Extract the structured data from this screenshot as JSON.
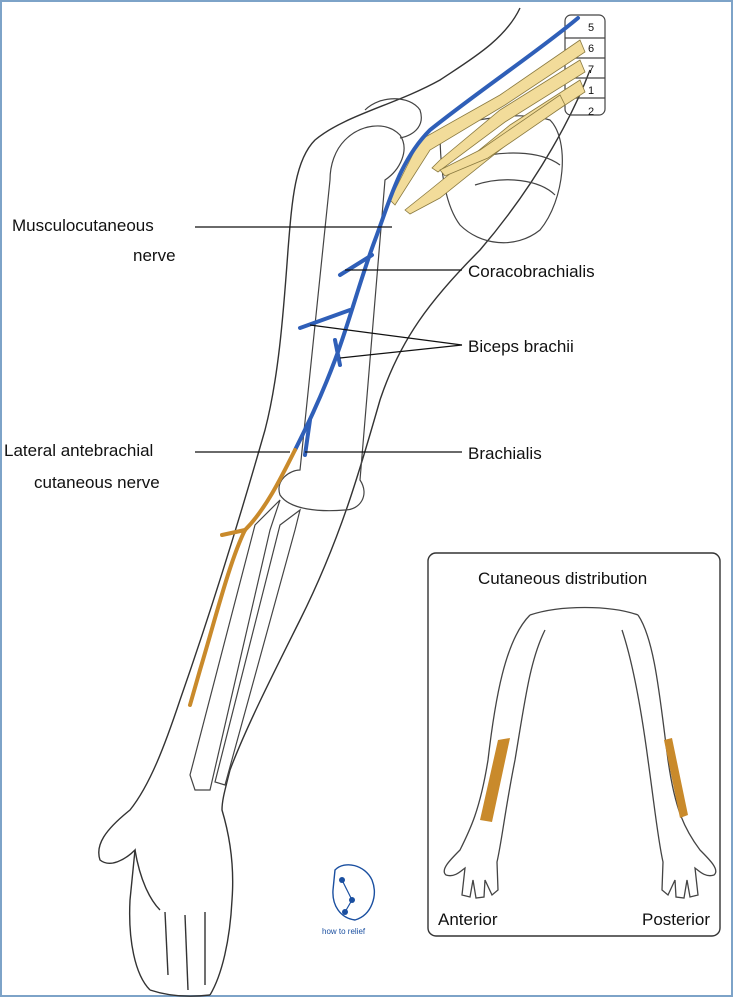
{
  "labels": {
    "musculocutaneous_line1": "Musculocutaneous",
    "musculocutaneous_line2": "nerve",
    "coracobrachialis": "Coracobrachialis",
    "biceps_brachii": "Biceps brachii",
    "lateral_line1": "Lateral antebrachial",
    "lateral_line2": "cutaneous nerve",
    "brachialis": "Brachialis"
  },
  "spinal_levels": [
    "5",
    "6",
    "7",
    "1",
    "2"
  ],
  "inset": {
    "title": "Cutaneous distribution",
    "anterior": "Anterior",
    "posterior": "Posterior"
  },
  "logo": {
    "text": "how to relief"
  },
  "colors": {
    "nerve_blue": "#2f5fb8",
    "plexus_yellow": "#f2dc9a",
    "cutaneous_orange": "#c98a2b",
    "outline": "#333333",
    "frame": "#7da3c8"
  }
}
